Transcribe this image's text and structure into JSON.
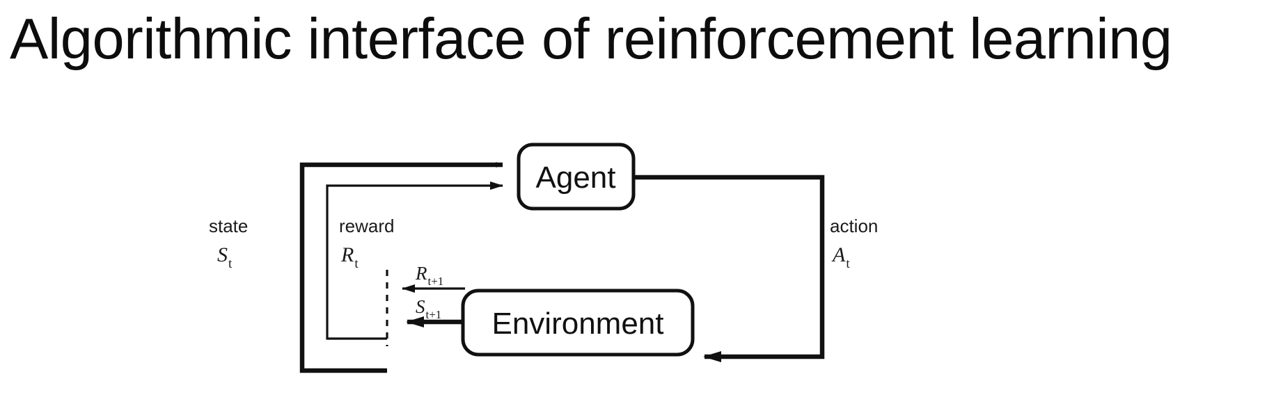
{
  "slide": {
    "title": "Algorithmic interface of reinforcement learning",
    "background_color": "#ffffff",
    "ink_color": "#111111"
  },
  "diagram": {
    "name": "agent-environment-interaction-loop",
    "type": "block-diagram",
    "nodes": [
      {
        "id": "agent",
        "label": "Agent"
      },
      {
        "id": "environment",
        "label": "Environment"
      }
    ],
    "edges": [
      {
        "id": "state-edge",
        "from": "environment",
        "to": "agent",
        "label": "state",
        "symbol": "S",
        "subscript": "t",
        "weight": "bold"
      },
      {
        "id": "reward-edge",
        "from": "environment",
        "to": "agent",
        "label": "reward",
        "symbol": "R",
        "subscript": "t",
        "weight": "thin"
      },
      {
        "id": "action-edge",
        "from": "agent",
        "to": "environment",
        "label": "action",
        "symbol": "A",
        "subscript": "t",
        "weight": "bold"
      },
      {
        "id": "next-reward-edge",
        "from": "environment",
        "to": "time-boundary",
        "symbol": "R",
        "subscript": "t+1",
        "weight": "thin"
      },
      {
        "id": "next-state-edge",
        "from": "environment",
        "to": "time-boundary",
        "symbol": "S",
        "subscript": "t+1",
        "weight": "bold"
      }
    ],
    "time_boundary": {
      "id": "time-boundary",
      "style": "dashed-vertical-line"
    }
  }
}
